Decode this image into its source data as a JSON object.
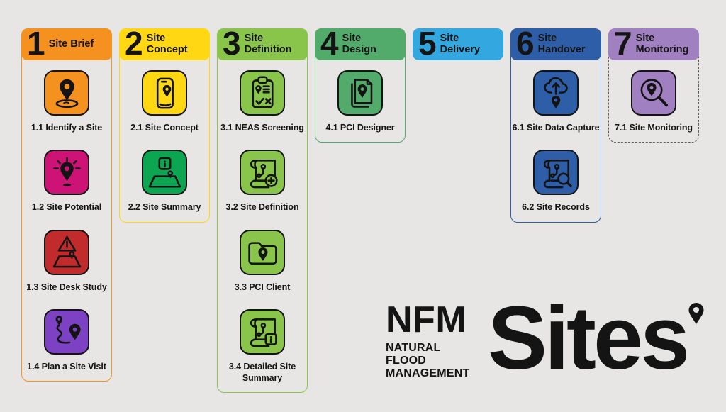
{
  "page": {
    "background": "#E7E6E4",
    "ink": "#141414"
  },
  "logo": {
    "acronym": "NFM",
    "subtitle_lines": [
      "NATURAL",
      "FLOOD",
      "MANAGEMENT"
    ],
    "wordmark": "Sites",
    "pin_icon": "location-pin-icon"
  },
  "stages": [
    {
      "number": "1",
      "title": "Site Brief",
      "color": "#F5921F",
      "body_border": "solid",
      "items": [
        {
          "label": "1.1 Identify a Site",
          "icon": "pin-ground-icon",
          "tile_color": "#F5921F"
        },
        {
          "label": "1.2 Site Potential",
          "icon": "idea-pin-icon",
          "tile_color": "#CD1375"
        },
        {
          "label": "1.3 Site Desk Study",
          "icon": "warning-map-icon",
          "tile_color": "#C22B2B"
        },
        {
          "label": "1.4 Plan a Site Visit",
          "icon": "route-pins-icon",
          "tile_color": "#7D42C4"
        }
      ]
    },
    {
      "number": "2",
      "title": "Site Concept",
      "color": "#FFD713",
      "body_border": "solid",
      "items": [
        {
          "label": "2.1 Site Concept",
          "icon": "phone-pin-icon",
          "tile_color": "#FFD713"
        },
        {
          "label": "2.2 Site Summary",
          "icon": "info-map-icon",
          "tile_color": "#0CA551"
        }
      ]
    },
    {
      "number": "3",
      "title": "Site Definition",
      "color": "#8AC54B",
      "body_border": "solid",
      "items": [
        {
          "label": "3.1 NEAS Screening",
          "icon": "clipboard-screening-icon",
          "tile_color": "#8AC54B"
        },
        {
          "label": "3.2 Site Definition",
          "icon": "map-plus-icon",
          "tile_color": "#8AC54B"
        },
        {
          "label": "3.3 PCI Client",
          "icon": "folder-pin-icon",
          "tile_color": "#8AC54B"
        },
        {
          "label": "3.4 Detailed Site Summary",
          "icon": "map-info-icon",
          "tile_color": "#8AC54B"
        }
      ]
    },
    {
      "number": "4",
      "title": "Site Design",
      "color": "#52AB6B",
      "body_border": "solid",
      "items": [
        {
          "label": "4.1 PCI Designer",
          "icon": "documents-pin-icon",
          "tile_color": "#52AB6B"
        }
      ]
    },
    {
      "number": "5",
      "title": "Site Delivery",
      "color": "#33A7E0",
      "body_border": "none",
      "items": []
    },
    {
      "number": "6",
      "title": "Site Handover",
      "color": "#2E5EA8",
      "body_border": "solid",
      "items": [
        {
          "label": "6.1 Site Data Capture",
          "icon": "cloud-upload-pin-icon",
          "tile_color": "#2E5EA8"
        },
        {
          "label": "6.2 Site Records",
          "icon": "map-search-icon",
          "tile_color": "#2E5EA8"
        }
      ]
    },
    {
      "number": "7",
      "title": "Site Monitoring",
      "color": "#A180C2",
      "body_border": "dashed",
      "items": [
        {
          "label": "7.1 Site Monitoring",
          "icon": "search-pin-icon",
          "tile_color": "#A180C2"
        }
      ]
    }
  ]
}
